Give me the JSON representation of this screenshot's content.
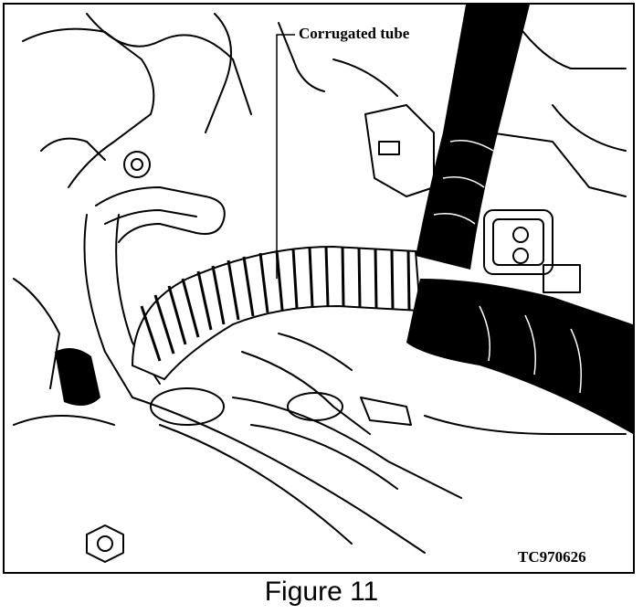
{
  "diagram": {
    "callout_label": "Corrugated tube",
    "figure_code": "TC970626",
    "caption": "Figure 11"
  }
}
